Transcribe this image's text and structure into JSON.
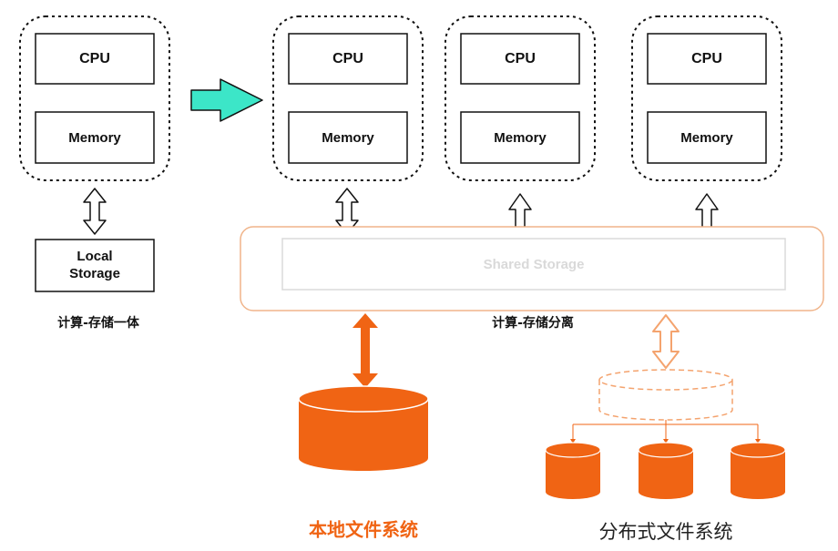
{
  "nodes": {
    "cpu_label": "CPU",
    "memory_label": "Memory",
    "local_storage_line1": "Local",
    "local_storage_line2": "Storage",
    "shared_storage_label": "Shared Storage"
  },
  "captions": {
    "integrated": "计算-存储一体",
    "separated": "计算-存储分离",
    "local_fs": "本地文件系统",
    "distributed_fs": "分布式文件系统"
  },
  "colors": {
    "orange": "#F06414",
    "orange_dashed": "#F4A36E",
    "teal_arrow": "#3CE6C8",
    "shared_border": "#F0B48A",
    "shared_text": "#D9D9D9"
  }
}
